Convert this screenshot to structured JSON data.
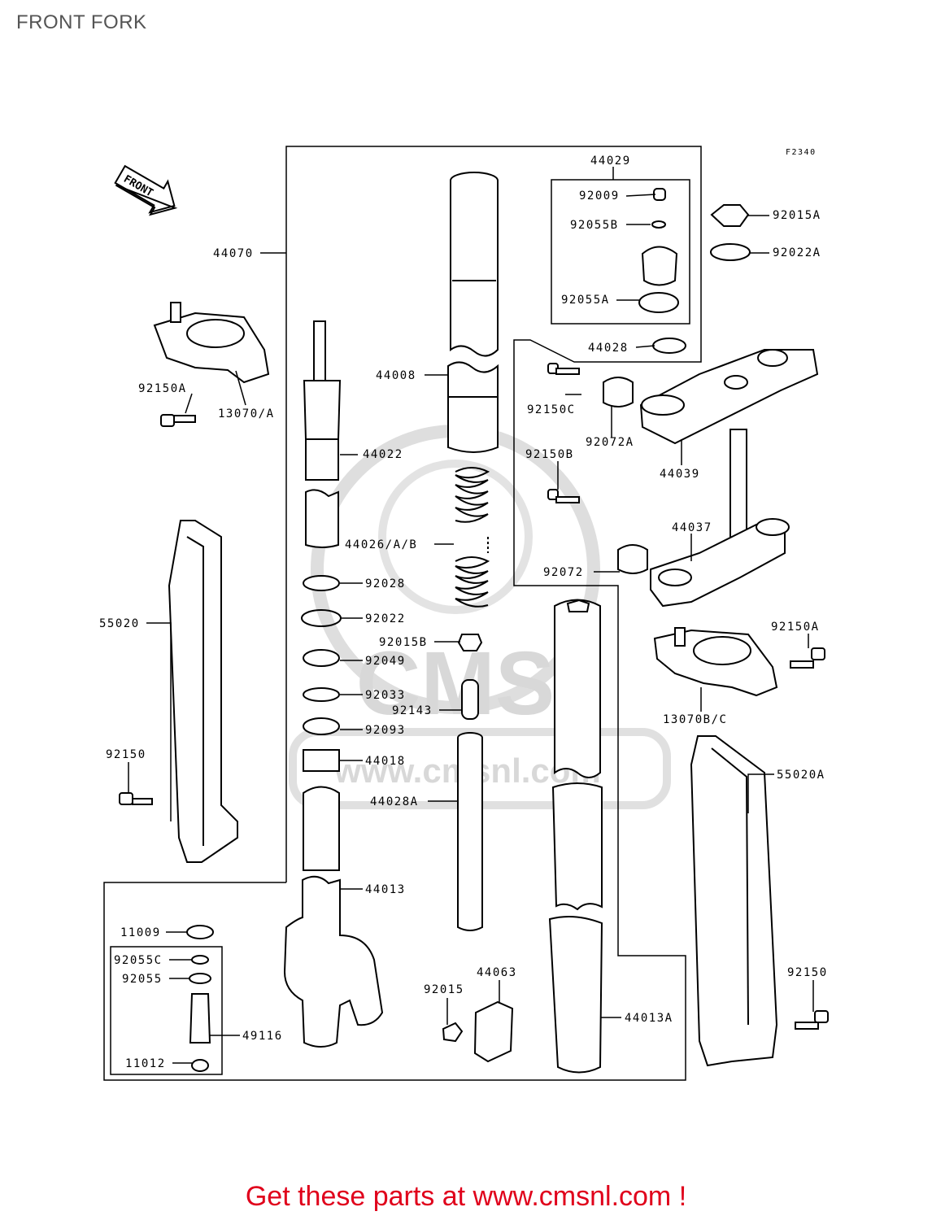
{
  "title": "FRONT FORK",
  "figure_code": "F2340",
  "front_arrow_label": "FRONT",
  "watermark": {
    "logo": "CMS",
    "url": "www.cmsnl.com"
  },
  "footer_link": "Get these parts at www.cmsnl.com !",
  "parts": {
    "p44029": "44029",
    "p92009": "92009",
    "p92055B": "92055B",
    "p92055A": "92055A",
    "p44028": "44028",
    "p92015A": "92015A",
    "p92022A": "92022A",
    "p44070": "44070",
    "p92150A_left": "92150A",
    "p13070A": "13070/A",
    "p44008": "44008",
    "p44022": "44022",
    "p92150C": "92150C",
    "p92072A": "92072A",
    "p44039": "44039",
    "p92150B": "92150B",
    "p44026AB": "44026/A/B",
    "p44037": "44037",
    "p92072": "92072",
    "p92028": "92028",
    "p92022": "92022",
    "p92015B": "92015B",
    "p92049": "92049",
    "p92033": "92033",
    "p92143": "92143",
    "p92093": "92093",
    "p44018": "44018",
    "p44028A": "44028A",
    "p55020": "55020",
    "p92150_left": "92150",
    "p92150A_right": "92150A",
    "p13070BC": "13070B/C",
    "p55020A": "55020A",
    "p44013": "44013",
    "p11009": "11009",
    "p92055C": "92055C",
    "p92055": "92055",
    "p49116": "49116",
    "p11012": "11012",
    "p44063": "44063",
    "p92015": "92015",
    "p44013A": "44013A",
    "p92150_right": "92150"
  }
}
